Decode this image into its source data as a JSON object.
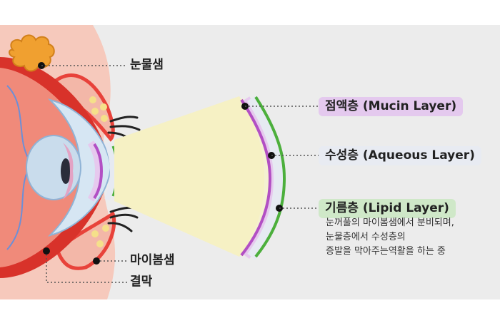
{
  "labels": {
    "lacrimal_gland": "눈물샘",
    "meibomian_gland": "마이봄샘",
    "conjunctiva": "결막"
  },
  "layers": {
    "mucin": "점액층 (Mucin Layer)",
    "aqueous": "수성층 (Aqueous Layer)",
    "lipid": "기름층 (Lipid Layer)"
  },
  "lipid_description": [
    "눈꺼풀의 마이봄샘에서 분비되며,",
    "눈물층에서 수성층의",
    "증발을 막아주는역활을 하는 중"
  ],
  "colors": {
    "mucin": "#b24fc4",
    "mucin_bg": "#e6c9ee",
    "aqueous": "#dfe4ee",
    "aqueous_bg": "#e6eaf2",
    "lipid": "#4caf3c",
    "lipid_bg": "#cfe8c8",
    "lacrimal": "#f0a030",
    "eyelid_red": "#e8423a",
    "skin": "#f6c9bc",
    "sclera_red": "#d8322a"
  }
}
